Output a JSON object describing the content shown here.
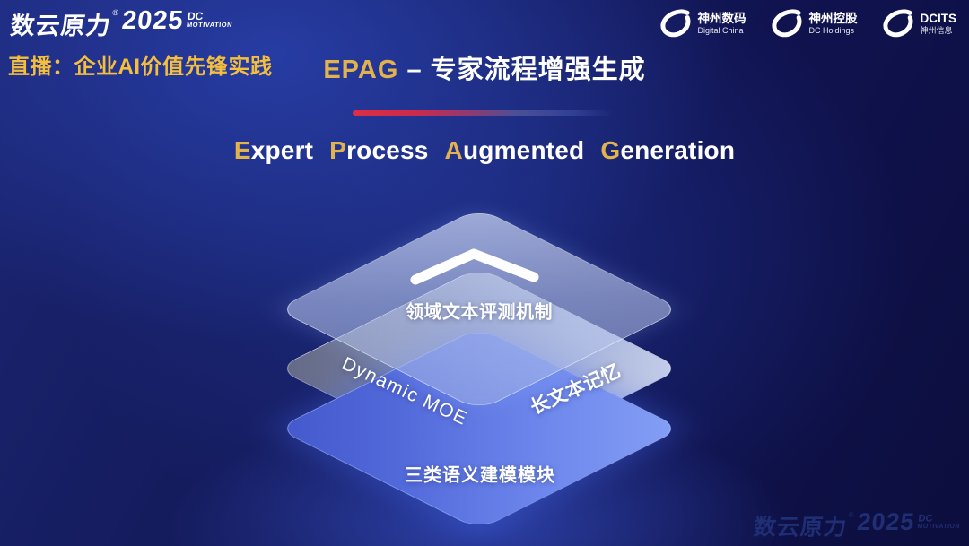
{
  "header": {
    "brand": {
      "name": "数云原力",
      "reg": "®",
      "year": "2025",
      "sub_top": "DC",
      "sub_bottom": "MOTIVATION"
    },
    "live_topic": "直播：企业AI价值先锋实践",
    "partners": [
      {
        "line1": "神州数码",
        "line2": "Digital China"
      },
      {
        "line1": "神州控股",
        "line2": "DC Holdings"
      },
      {
        "line1": "DCITS",
        "line2": "神州信息"
      }
    ]
  },
  "title": {
    "acronym": "EPAG",
    "separator": " – ",
    "name_cn": "专家流程增强生成"
  },
  "subtitle_en": {
    "w1": {
      "first": "E",
      "rest": "xpert"
    },
    "w2": {
      "first": "P",
      "rest": "rocess"
    },
    "w3": {
      "first": "A",
      "rest": "ugmented"
    },
    "w4": {
      "first": "G",
      "rest": "eneration"
    }
  },
  "diagram": {
    "top_layer": {
      "label": "领域文本评测机制"
    },
    "middle_layer": {
      "left_label": "Dynamic MOE",
      "right_label": "长文本记忆"
    },
    "bottom_layer": {
      "label": "三类语义建模模块"
    }
  },
  "footer": {
    "brand": {
      "name": "数云原力",
      "reg": "®",
      "year": "2025",
      "sub_top": "DC",
      "sub_bottom": "MOTIVATION"
    }
  },
  "colors": {
    "accent_gold": "#e2b34d",
    "divider_red": "#dd2e44",
    "layer_blue": "#6886f5",
    "background_navy": "#131a5e"
  }
}
